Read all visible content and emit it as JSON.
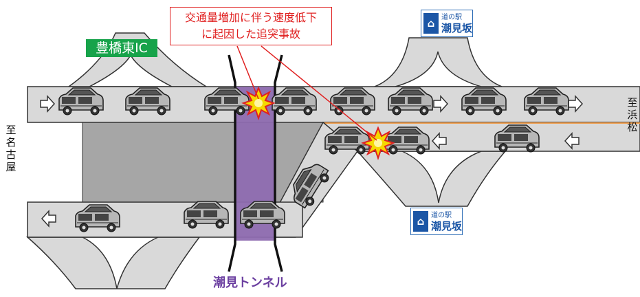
{
  "labels": {
    "interchange": "豊橋東IC",
    "accident_callout": "交通量増加に伴う速度低下\nに起因した追突事故",
    "tunnel": "潮見トンネル",
    "dest_west": "至名古屋",
    "dest_east": "至浜松"
  },
  "stations": [
    {
      "line1": "道の駅",
      "line2": "潮見坂"
    },
    {
      "line1": "道の駅",
      "line2": "潮見坂"
    }
  ],
  "colors": {
    "road": "#d9d9d9",
    "median": "#a6a6a6",
    "tunnel": "#8e6bb0",
    "interchange_badge": "#17a34a",
    "callout": "#e02020",
    "station_blue": "#1b56a6",
    "center_line": "#f0a050"
  },
  "icons": [
    "right-arrow-icon",
    "left-arrow-icon",
    "car-icon",
    "collision-icon",
    "station-logo-icon"
  ]
}
